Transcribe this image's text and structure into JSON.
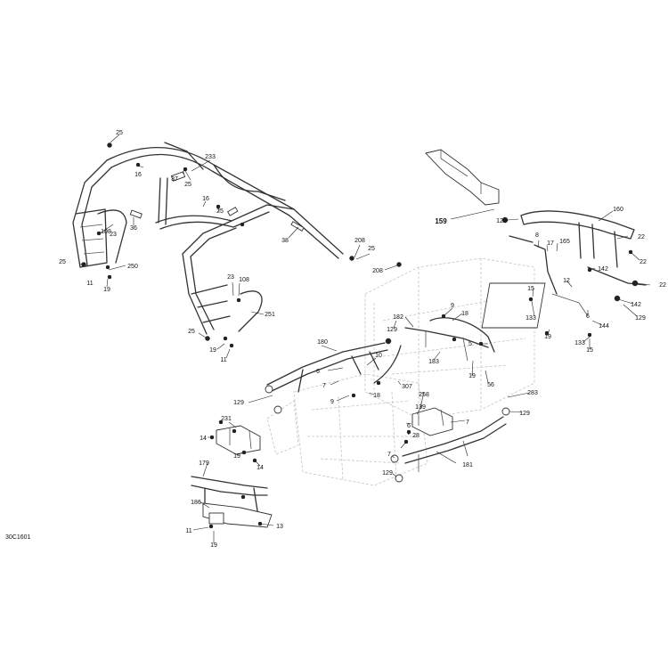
{
  "doc_code": "30C1601",
  "callouts": [
    {
      "id": "c1",
      "text": "25"
    },
    {
      "id": "c2",
      "text": "16"
    },
    {
      "id": "c3",
      "text": "233"
    },
    {
      "id": "c4",
      "text": "37"
    },
    {
      "id": "c5",
      "text": "25"
    },
    {
      "id": "c6",
      "text": "16"
    },
    {
      "id": "c7",
      "text": "25"
    },
    {
      "id": "c8",
      "text": "36"
    },
    {
      "id": "c9",
      "text": "108"
    },
    {
      "id": "c10",
      "text": "23"
    },
    {
      "id": "c11",
      "text": "25"
    },
    {
      "id": "c12",
      "text": "11"
    },
    {
      "id": "c13",
      "text": "19"
    },
    {
      "id": "c14",
      "text": "250"
    },
    {
      "id": "c15",
      "text": "38"
    },
    {
      "id": "c16",
      "text": "208"
    },
    {
      "id": "c17",
      "text": "25"
    },
    {
      "id": "c18",
      "text": "208"
    },
    {
      "id": "c19",
      "text": "23"
    },
    {
      "id": "c20",
      "text": "108"
    },
    {
      "id": "c21",
      "text": "251"
    },
    {
      "id": "c22",
      "text": "25"
    },
    {
      "id": "c23",
      "text": "19"
    },
    {
      "id": "c24",
      "text": "11"
    },
    {
      "id": "c25",
      "text": "159"
    },
    {
      "id": "c26",
      "text": "129"
    },
    {
      "id": "c27",
      "text": "160"
    },
    {
      "id": "c28",
      "text": "8"
    },
    {
      "id": "c29",
      "text": "17"
    },
    {
      "id": "c30",
      "text": "165"
    },
    {
      "id": "c31",
      "text": "22"
    },
    {
      "id": "c32",
      "text": "22"
    },
    {
      "id": "c33",
      "text": "142"
    },
    {
      "id": "c34",
      "text": "12"
    },
    {
      "id": "c35",
      "text": "15"
    },
    {
      "id": "c36",
      "text": "133"
    },
    {
      "id": "c37",
      "text": "6"
    },
    {
      "id": "c38",
      "text": "144"
    },
    {
      "id": "c39",
      "text": "142"
    },
    {
      "id": "c40",
      "text": "129"
    },
    {
      "id": "c41",
      "text": "22"
    },
    {
      "id": "c42",
      "text": "19"
    },
    {
      "id": "c43",
      "text": "133"
    },
    {
      "id": "c44",
      "text": "15"
    },
    {
      "id": "c45",
      "text": "182"
    },
    {
      "id": "c46",
      "text": "9"
    },
    {
      "id": "c47",
      "text": "18"
    },
    {
      "id": "c48",
      "text": "129"
    },
    {
      "id": "c49",
      "text": "5"
    },
    {
      "id": "c50",
      "text": "183"
    },
    {
      "id": "c51",
      "text": "19"
    },
    {
      "id": "c52",
      "text": "56"
    },
    {
      "id": "c53",
      "text": "180"
    },
    {
      "id": "c54",
      "text": "10"
    },
    {
      "id": "c55",
      "text": "6"
    },
    {
      "id": "c56",
      "text": "7"
    },
    {
      "id": "c57",
      "text": "9"
    },
    {
      "id": "c58",
      "text": "18"
    },
    {
      "id": "c59",
      "text": "307"
    },
    {
      "id": "c60",
      "text": "129"
    },
    {
      "id": "c61",
      "text": "283"
    },
    {
      "id": "c62",
      "text": "258"
    },
    {
      "id": "c63",
      "text": "139"
    },
    {
      "id": "c64",
      "text": "7"
    },
    {
      "id": "c65",
      "text": "6"
    },
    {
      "id": "c66",
      "text": "28"
    },
    {
      "id": "c67",
      "text": "129"
    },
    {
      "id": "c68",
      "text": "231"
    },
    {
      "id": "c69",
      "text": "14"
    },
    {
      "id": "c70",
      "text": "19"
    },
    {
      "id": "c71",
      "text": "14"
    },
    {
      "id": "c72",
      "text": "7"
    },
    {
      "id": "c73",
      "text": "129"
    },
    {
      "id": "c74",
      "text": "181"
    },
    {
      "id": "c75",
      "text": "179"
    },
    {
      "id": "c76",
      "text": "186"
    },
    {
      "id": "c77",
      "text": "11"
    },
    {
      "id": "c78",
      "text": "19"
    },
    {
      "id": "c79",
      "text": "13"
    }
  ]
}
